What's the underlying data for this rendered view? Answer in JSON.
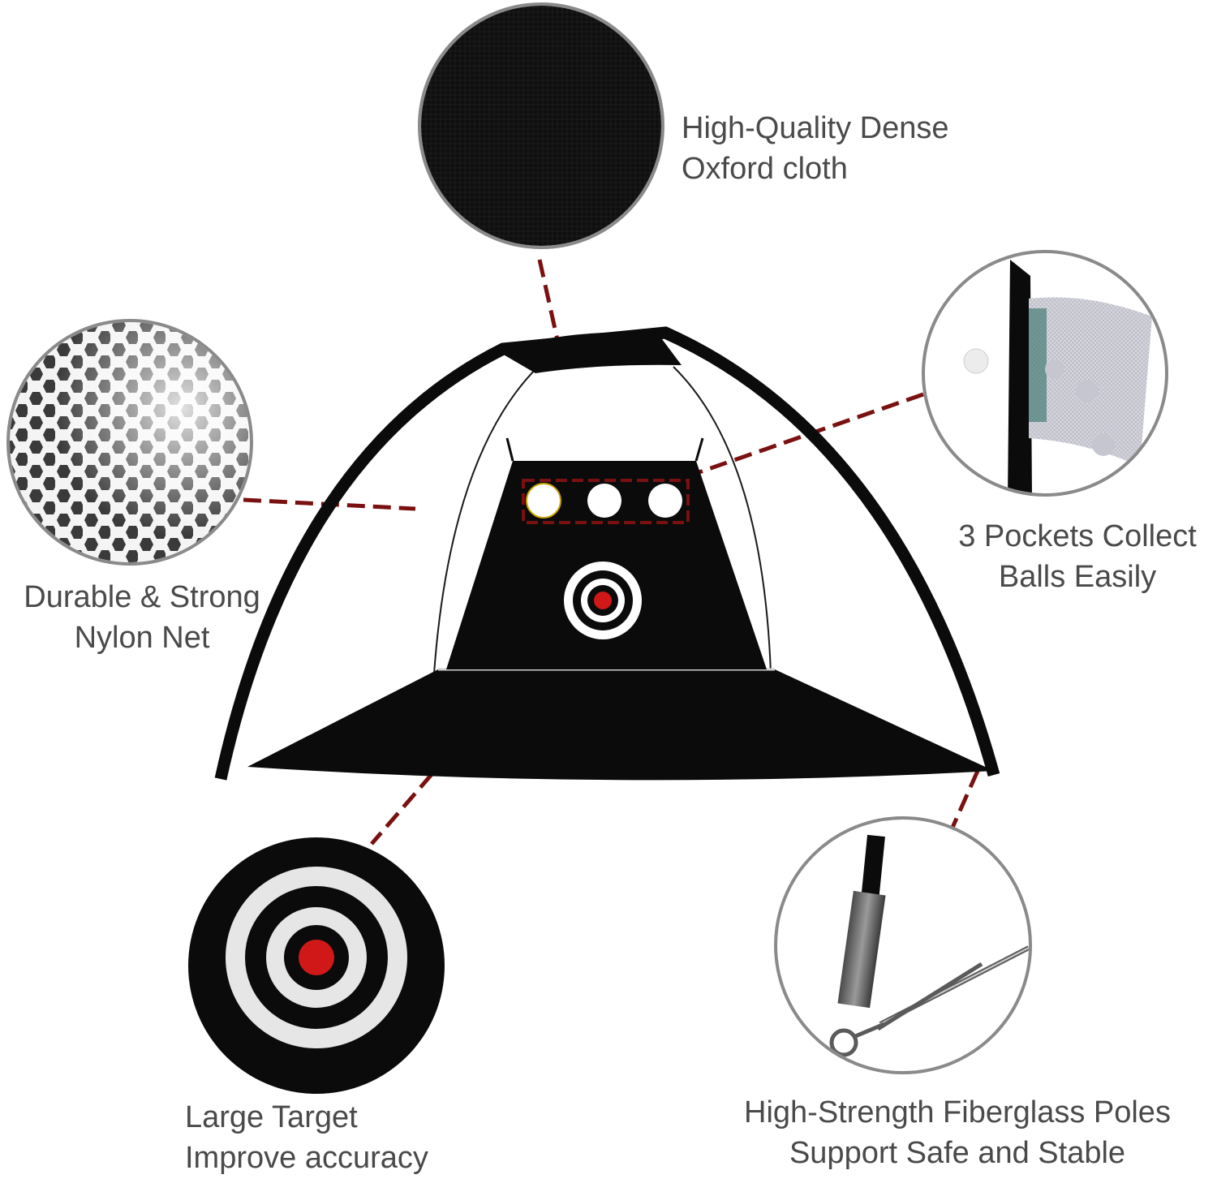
{
  "features": {
    "oxford": {
      "line1": "High-Quality Dense",
      "line2": "Oxford cloth"
    },
    "nylon": {
      "line1": "Durable & Strong",
      "line2": "Nylon Net"
    },
    "pockets": {
      "line1": "3 Pockets Collect",
      "line2": "Balls Easily"
    },
    "target": {
      "line1": "Large Target",
      "line2": "Improve accuracy"
    },
    "poles": {
      "line1": "High-Strength Fiberglass Poles",
      "line2": "Support Safe and Stable"
    }
  },
  "colors": {
    "leader_line": "#7a1010",
    "net_black": "#0b0b0b",
    "target_red": "#d01818",
    "circle_border": "#8a8a8a",
    "text": "#4a4a4a"
  }
}
